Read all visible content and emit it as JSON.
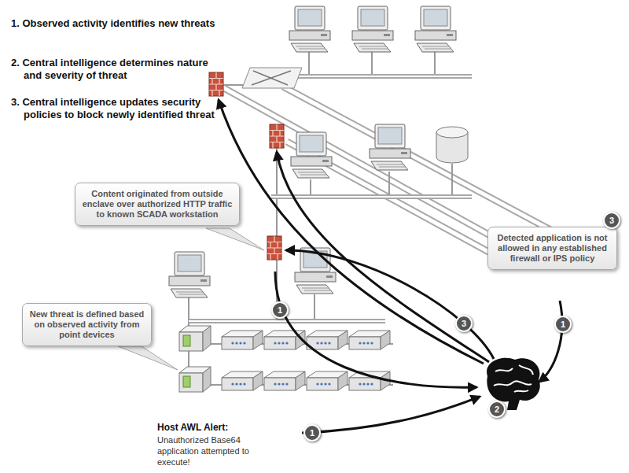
{
  "diagram": {
    "nodes": [
      {
        "text": [
          "Content originated from outside enclave over authorized HTTP traffic to known SCADA workstation"
        ]
      },
      {
        "text": [
          "Detected application is not allowed in any established firewall or IPS policy"
        ]
      },
      {
        "text": [
          "New threat is defined based on observed activity from point devices"
        ]
      }
    ],
    "labels": [
      "1. Observed activity identifies new threats",
      "2. Central intelligence determines nature and severity of threat",
      "3. Central intelligence updates security policies to block newly identified threat",
      "3",
      "1",
      "3",
      "1",
      "2",
      "1",
      "Host AWL Alert:",
      "Unauthorized Base64 application attempted to execute!"
    ]
  }
}
